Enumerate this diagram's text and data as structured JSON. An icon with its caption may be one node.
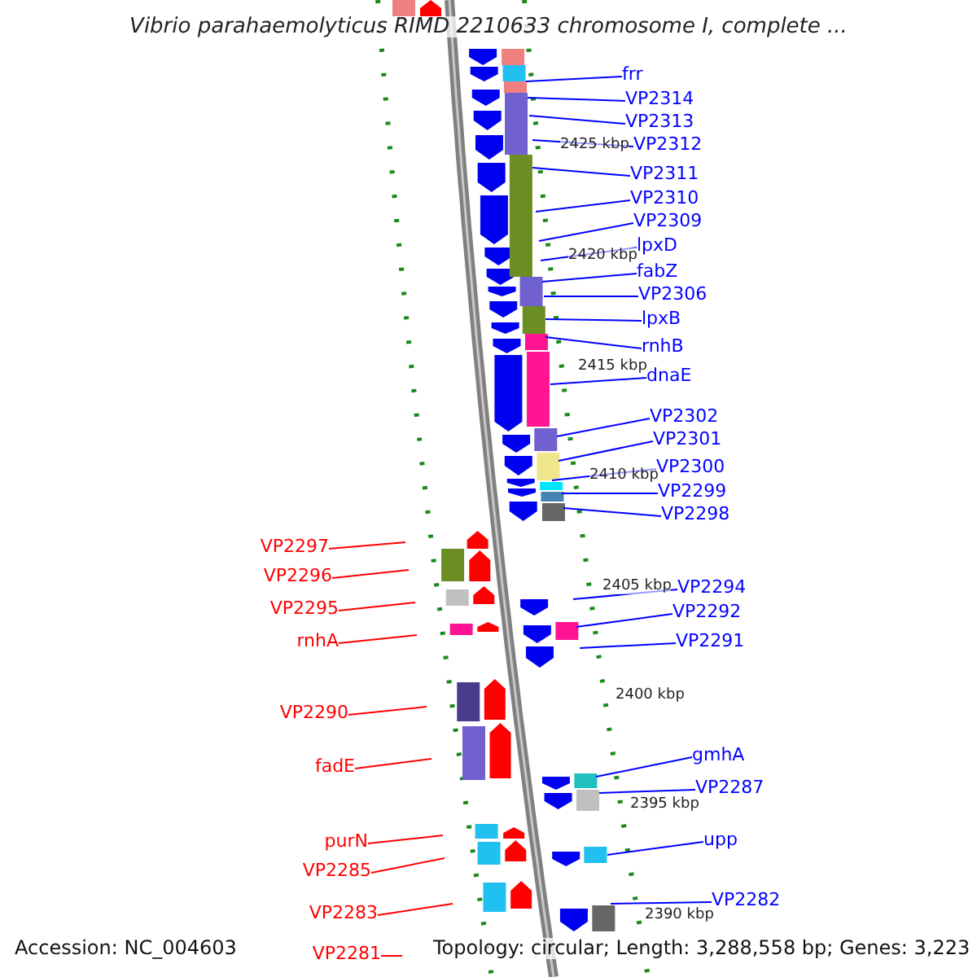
{
  "diagram": {
    "title": "Vibrio parahaemolyticus RIMD 2210633 chromosome I, complete ...",
    "nodes": [
      {
        "text": [
          "frr"
        ]
      },
      {
        "text": [
          "VP2314"
        ]
      },
      {
        "text": [
          "VP2313"
        ]
      },
      {
        "text": [
          "VP2312"
        ]
      },
      {
        "text": [
          "VP2311"
        ]
      },
      {
        "text": [
          "VP2310"
        ]
      },
      {
        "text": [
          "VP2309"
        ]
      },
      {
        "text": [
          "lpxD"
        ]
      },
      {
        "text": [
          "fabZ"
        ]
      },
      {
        "text": [
          "VP2306"
        ]
      },
      {
        "text": [
          "lpxB"
        ]
      },
      {
        "text": [
          "rnhB"
        ]
      },
      {
        "text": [
          "dnaE"
        ]
      },
      {
        "text": [
          "VP2302"
        ]
      },
      {
        "text": [
          "VP2301"
        ]
      },
      {
        "text": [
          "VP2300"
        ]
      },
      {
        "text": [
          "VP2299"
        ]
      },
      {
        "text": [
          "VP2298"
        ]
      },
      {
        "text": [
          "VP2294"
        ]
      },
      {
        "text": [
          "VP2292"
        ]
      },
      {
        "text": [
          "VP2291"
        ]
      },
      {
        "text": [
          "gmhA"
        ]
      },
      {
        "text": [
          "VP2287"
        ]
      },
      {
        "text": [
          "upp"
        ]
      },
      {
        "text": [
          "VP2282"
        ]
      },
      {
        "text": [
          "VP2297"
        ]
      },
      {
        "text": [
          "VP2296"
        ]
      },
      {
        "text": [
          "VP2295"
        ]
      },
      {
        "text": [
          "rnhA"
        ]
      },
      {
        "text": [
          "VP2290"
        ]
      },
      {
        "text": [
          "fadE"
        ]
      },
      {
        "text": [
          "purN"
        ]
      },
      {
        "text": [
          "VP2285"
        ]
      },
      {
        "text": [
          "VP2283"
        ]
      },
      {
        "text": [
          "VP2281"
        ]
      }
    ],
    "edges": [
      {
        "from": 0,
        "to": null,
        "arrow": "none"
      },
      {
        "from": 1,
        "to": null,
        "arrow": "none"
      },
      {
        "from": 2,
        "to": null,
        "arrow": "none"
      },
      {
        "from": 3,
        "to": null,
        "arrow": "none"
      },
      {
        "from": 4,
        "to": null,
        "arrow": "none"
      },
      {
        "from": 5,
        "to": null,
        "arrow": "none"
      },
      {
        "from": 6,
        "to": null,
        "arrow": "none"
      },
      {
        "from": 7,
        "to": null,
        "arrow": "none"
      },
      {
        "from": 8,
        "to": null,
        "arrow": "none"
      },
      {
        "from": 9,
        "to": null,
        "arrow": "none"
      },
      {
        "from": 10,
        "to": null,
        "arrow": "none"
      },
      {
        "from": 11,
        "to": null,
        "arrow": "none"
      },
      {
        "from": 12,
        "to": null,
        "arrow": "none"
      },
      {
        "from": 13,
        "to": null,
        "arrow": "none"
      },
      {
        "from": 14,
        "to": null,
        "arrow": "none"
      },
      {
        "from": 15,
        "to": null,
        "arrow": "none"
      },
      {
        "from": 16,
        "to": null,
        "arrow": "none"
      },
      {
        "from": 17,
        "to": null,
        "arrow": "none"
      },
      {
        "from": 18,
        "to": null,
        "arrow": "none"
      },
      {
        "from": 19,
        "to": null,
        "arrow": "none"
      },
      {
        "from": 20,
        "to": null,
        "arrow": "none"
      },
      {
        "from": 21,
        "to": null,
        "arrow": "none"
      },
      {
        "from": 22,
        "to": null,
        "arrow": "none"
      },
      {
        "from": 23,
        "to": null,
        "arrow": "none"
      },
      {
        "from": 24,
        "to": null,
        "arrow": "none"
      },
      {
        "from": 25,
        "to": null,
        "arrow": "none",
        "color": "#ff0000"
      },
      {
        "from": 26,
        "to": null,
        "arrow": "none",
        "color": "#ff0000"
      },
      {
        "from": 27,
        "to": null,
        "arrow": "none",
        "color": "#ff0000"
      },
      {
        "from": 28,
        "to": null,
        "arrow": "none",
        "color": "#ff0000"
      },
      {
        "from": 29,
        "to": null,
        "arrow": "none",
        "color": "#ff0000"
      },
      {
        "from": 30,
        "to": null,
        "arrow": "none",
        "color": "#ff0000"
      },
      {
        "from": 31,
        "to": null,
        "arrow": "none",
        "color": "#ff0000"
      },
      {
        "from": 32,
        "to": null,
        "arrow": "none",
        "color": "#ff0000"
      },
      {
        "from": 33,
        "to": null,
        "arrow": "none",
        "color": "#ff0000"
      },
      {
        "from": 34,
        "to": null,
        "arrow": "none",
        "color": "#ff0000"
      }
    ],
    "labels": [
      "2425 kbp",
      "2420 kbp",
      "2415 kbp",
      "2410 kbp",
      "2405 kbp",
      "2400 kbp",
      "2395 kbp",
      "2390 kbp",
      "Accession: NC_004603",
      "Topology: circular; Length: 3,288,558 bp; Genes: 3,223"
    ]
  }
}
